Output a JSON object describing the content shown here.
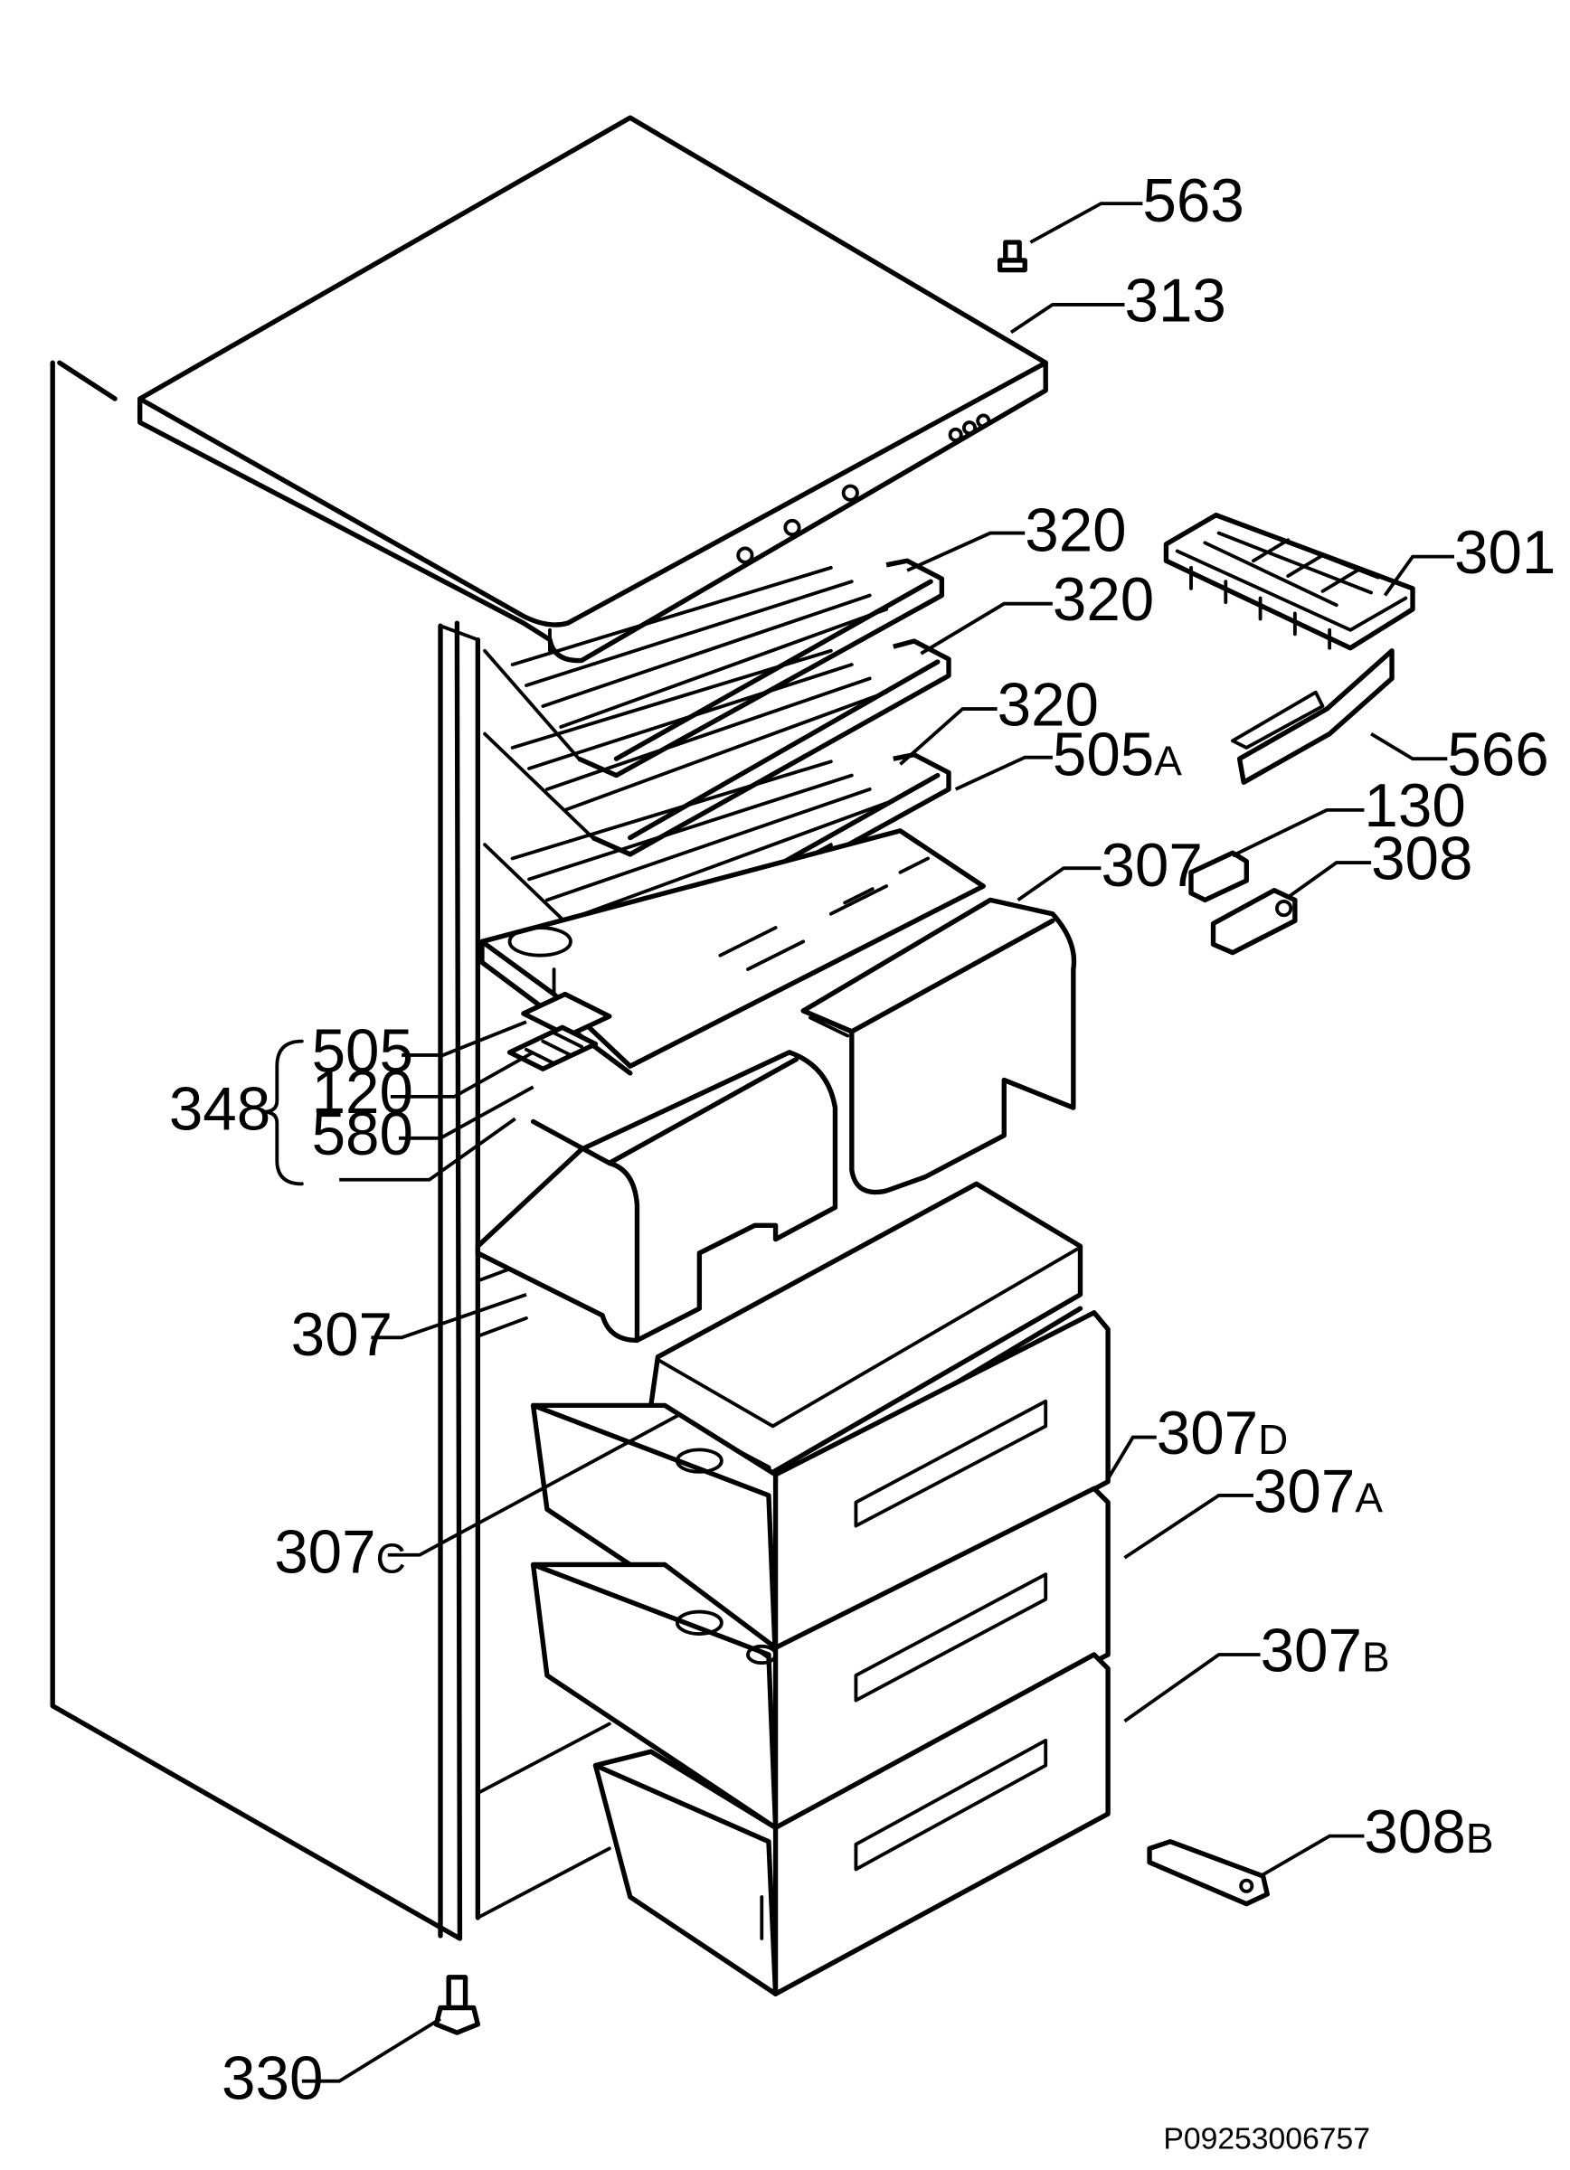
{
  "diagram": {
    "drawing_code": "P09253006757",
    "callouts": [
      {
        "id": "c563",
        "num": "563",
        "suffix": ""
      },
      {
        "id": "c313",
        "num": "313",
        "suffix": ""
      },
      {
        "id": "c320a",
        "num": "320",
        "suffix": ""
      },
      {
        "id": "c320b",
        "num": "320",
        "suffix": ""
      },
      {
        "id": "c320c",
        "num": "320",
        "suffix": ""
      },
      {
        "id": "c505A",
        "num": "505",
        "suffix": "A"
      },
      {
        "id": "c301",
        "num": "301",
        "suffix": ""
      },
      {
        "id": "c566",
        "num": "566",
        "suffix": ""
      },
      {
        "id": "c130",
        "num": "130",
        "suffix": ""
      },
      {
        "id": "c308",
        "num": "308",
        "suffix": ""
      },
      {
        "id": "c307a",
        "num": "307",
        "suffix": ""
      },
      {
        "id": "c505",
        "num": "505",
        "suffix": ""
      },
      {
        "id": "c120",
        "num": "120",
        "suffix": ""
      },
      {
        "id": "c580",
        "num": "580",
        "suffix": ""
      },
      {
        "id": "c348",
        "num": "348",
        "suffix": ""
      },
      {
        "id": "c307b",
        "num": "307",
        "suffix": ""
      },
      {
        "id": "c307D",
        "num": "307",
        "suffix": "D"
      },
      {
        "id": "c307A",
        "num": "307",
        "suffix": "A"
      },
      {
        "id": "c307C",
        "num": "307",
        "suffix": "C"
      },
      {
        "id": "c307B",
        "num": "307",
        "suffix": "B"
      },
      {
        "id": "c308B",
        "num": "308",
        "suffix": "B"
      },
      {
        "id": "c330",
        "num": "330",
        "suffix": ""
      }
    ]
  }
}
